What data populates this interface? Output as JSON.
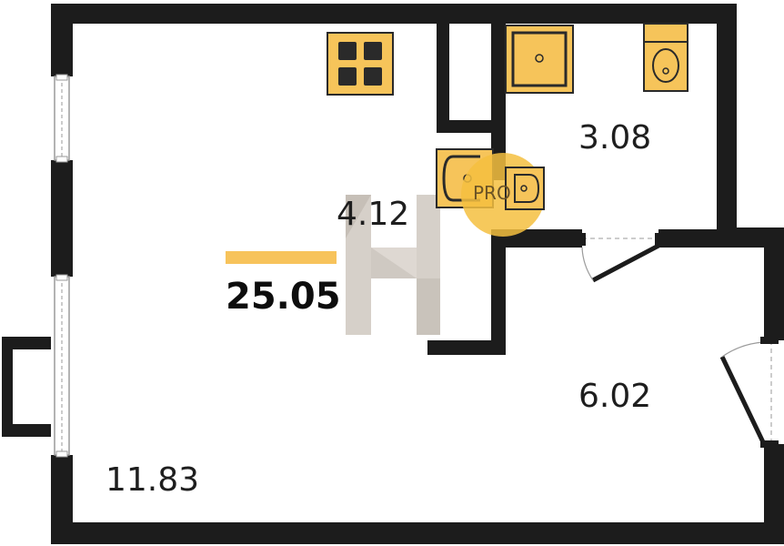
{
  "plan": {
    "total_area": "25.05",
    "rooms": [
      {
        "id": "main-room",
        "area": "11.83"
      },
      {
        "id": "kitchen-corridor",
        "area": "4.12"
      },
      {
        "id": "bathroom",
        "area": "3.08"
      },
      {
        "id": "hall",
        "area": "6.02"
      }
    ],
    "watermark": "PRO",
    "colors": {
      "wall": "#1c1c1c",
      "fixture_fill": "#f6c45a",
      "fixture_stroke": "#2a2a2a",
      "accent_bar": "#f7c35b",
      "window": "#9a9a9a",
      "watermark_letter": "#bdb4aa",
      "watermark_circle": "#f5c040"
    }
  }
}
